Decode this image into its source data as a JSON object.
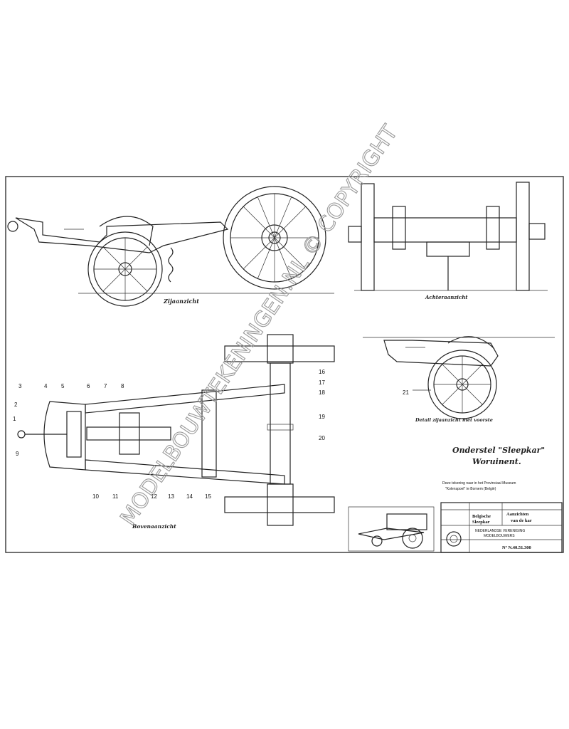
{
  "views": {
    "side": "Zijaanzicht",
    "rear": "Achteraanzicht",
    "detail": "Detail zijaanzicht met voorste",
    "bottom": "Bovenaanzicht"
  },
  "title": {
    "line1": "Onderstel \"Sleepkar\"",
    "line2": "Woruinent."
  },
  "note": {
    "line1": "Deze tekening naar in het Provinciaal Museum",
    "line2": "\"Kolenspoel\" te Bornem      (België)"
  },
  "title_block": {
    "col1_a": "Belgische",
    "col1_b": "Sleepkar",
    "col2_a": "Aanzichten",
    "col2_b": "van de kar",
    "org1": "NEDERLANDSE VERENIGING",
    "org2": "MODELBOUWERS",
    "drawing_no": "Nº N.40.51.300"
  },
  "part_numbers": [
    "1",
    "2",
    "3",
    "4",
    "5",
    "6",
    "7",
    "8",
    "9",
    "10",
    "11",
    "12",
    "13",
    "14",
    "15",
    "16",
    "17",
    "18",
    "19",
    "20",
    "21"
  ],
  "watermark": "MODELBOUWTEKENINGEN.NL © COPYRIGHT"
}
